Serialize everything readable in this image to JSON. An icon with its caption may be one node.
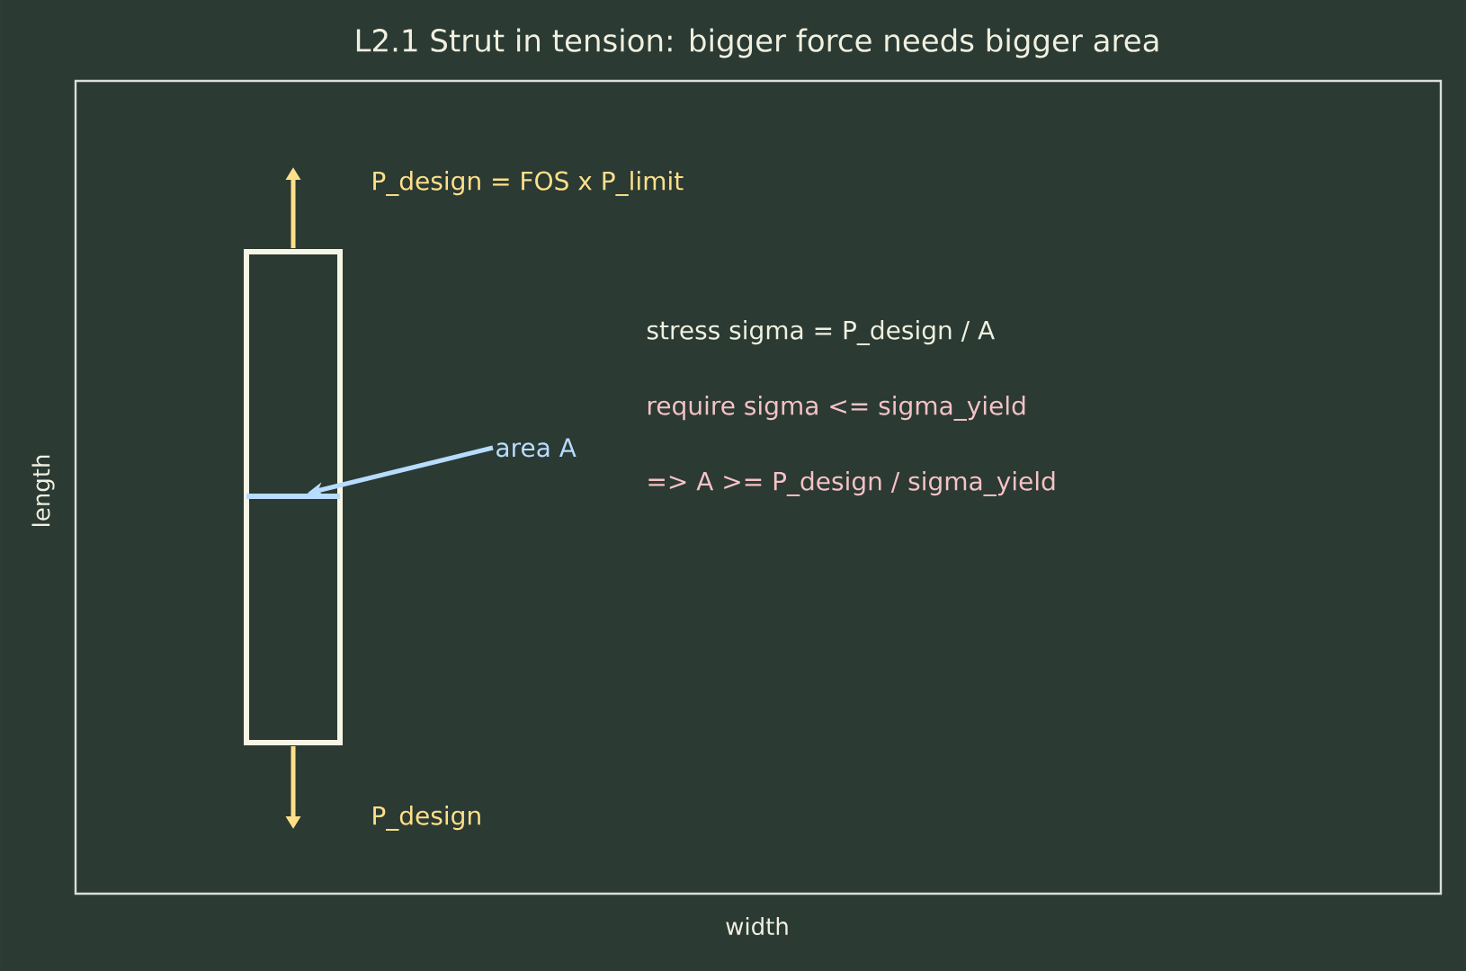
{
  "diagram": {
    "title": "L2.1  Strut in tension: bigger force needs bigger area",
    "nodes": [
      {
        "text": [],
        "shape": "bar"
      },
      {
        "text": [],
        "shape": "line",
        "in": 0
      },
      {
        "text": [
          "area A"
        ]
      }
    ],
    "edges": [
      {
        "from": 2,
        "to": 1,
        "arrow": "to"
      }
    ],
    "labels": [
      "P_design = FOS x P_limit",
      "stress  sigma = P_design / A",
      "require  sigma <= sigma_yield",
      "=> A >= P_design / sigma_yield",
      "length",
      "P_design",
      "width"
    ]
  }
}
